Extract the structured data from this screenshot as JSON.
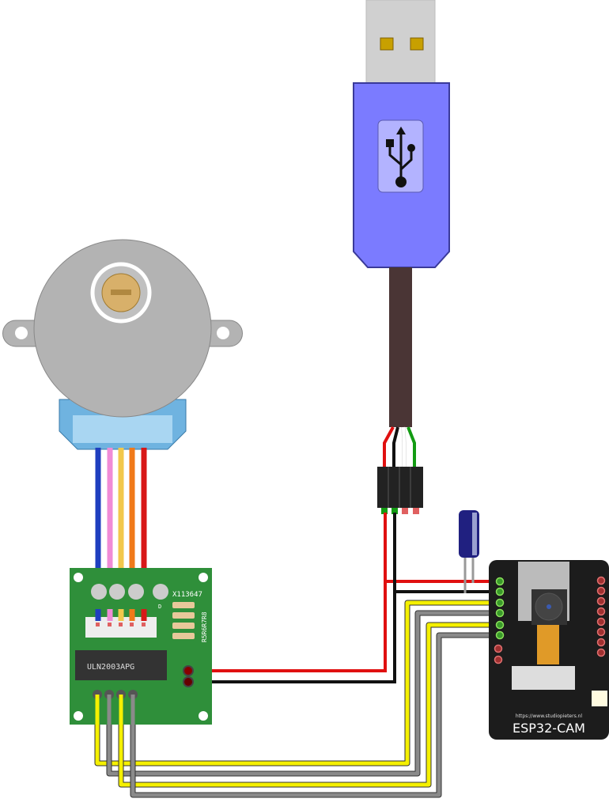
{
  "usb_adapter": {
    "icon": "usb-icon",
    "body_color": "#7b7bff"
  },
  "stepper_motor": {
    "body_color": "#b3b3b3",
    "connector_color": "#6fb3e0",
    "wire_colors": [
      "#1f3fbf",
      "#f08bd6",
      "#f2c84b",
      "#f07a1a",
      "#d81818"
    ]
  },
  "driver_board": {
    "chip_label": "ULN2003APG",
    "board_id": "X113647",
    "resistor_label": "R5R6R7R8",
    "led_label": "D",
    "board_color": "#2f8f3a"
  },
  "esp32": {
    "url": "https://www.studiopieters.nl",
    "title": "ESP32-CAM"
  },
  "wire_colors": {
    "power": "#e01010",
    "ground": "#111111",
    "signal_a": "#f5f000",
    "signal_b": "#8a8a8a",
    "tx": "#ffffff",
    "rx": "#139b13"
  }
}
